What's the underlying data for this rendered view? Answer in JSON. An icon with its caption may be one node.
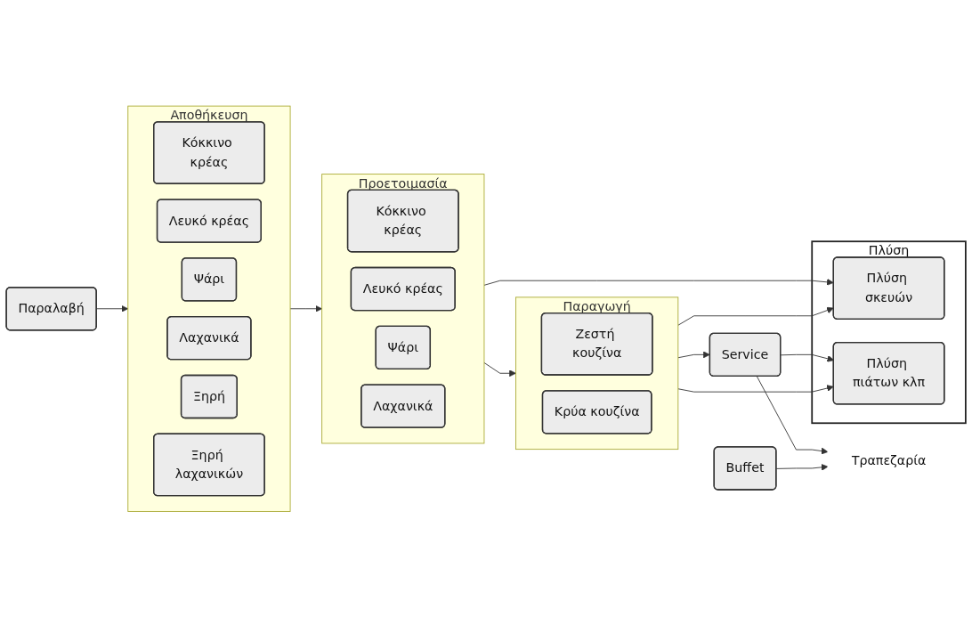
{
  "diagram": {
    "nodes": [
      {
        "text": [
          "Πλύση"
        ]
      },
      {
        "text": [
          "Πλύση σκευών"
        ],
        "in": 0
      },
      {
        "text": [
          "Πλύση πιάτων κλπ"
        ],
        "in": 0
      },
      {
        "text": [
          "Παραλαβή"
        ]
      },
      {
        "text": [
          "Αποθήκευση"
        ]
      },
      {
        "text": [
          "Κόκκινο κρέας"
        ],
        "in": 4
      },
      {
        "text": [
          "Λευκό κρέας"
        ],
        "in": 4
      },
      {
        "text": [
          "Ψάρι"
        ],
        "in": 4
      },
      {
        "text": [
          "Λαχανικά"
        ],
        "in": 4
      },
      {
        "text": [
          "Ξηρή"
        ],
        "in": 4
      },
      {
        "text": [
          "Ξηρή λαχανικών"
        ],
        "in": 4
      },
      {
        "text": [
          "Προετοιμασία"
        ]
      },
      {
        "text": [
          "Κόκκινο κρέας"
        ],
        "in": 11
      },
      {
        "text": [
          "Λευκό κρέας"
        ],
        "in": 11
      },
      {
        "text": [
          "Ψάρι"
        ],
        "in": 11
      },
      {
        "text": [
          "Λαχανικά"
        ],
        "in": 11
      },
      {
        "text": [
          "Παραγωγή"
        ]
      },
      {
        "text": [
          "Ζεστή κουζίνα"
        ],
        "in": 16
      },
      {
        "text": [
          "Κρύα κουζίνα"
        ],
        "in": 16
      },
      {
        "text": [
          "Service"
        ]
      },
      {
        "text": [
          "Τραπεζαρία"
        ]
      },
      {
        "text": [
          "Buffet"
        ]
      }
    ],
    "edges": [
      {
        "from": 3,
        "to": 4,
        "arrow": "to"
      },
      {
        "from": 4,
        "to": 11,
        "arrow": "to"
      },
      {
        "from": 11,
        "to": 16,
        "arrow": "to"
      },
      {
        "from": 16,
        "to": 19,
        "arrow": "to"
      },
      {
        "from": 19,
        "to": 20,
        "arrow": "to"
      },
      {
        "from": 11,
        "to": 1,
        "arrow": "to"
      },
      {
        "from": 16,
        "to": 1,
        "arrow": "to"
      },
      {
        "from": 16,
        "to": 2,
        "arrow": "to"
      },
      {
        "from": 19,
        "to": 2,
        "arrow": "to"
      },
      {
        "from": 21,
        "to": 20,
        "arrow": "to"
      }
    ]
  }
}
